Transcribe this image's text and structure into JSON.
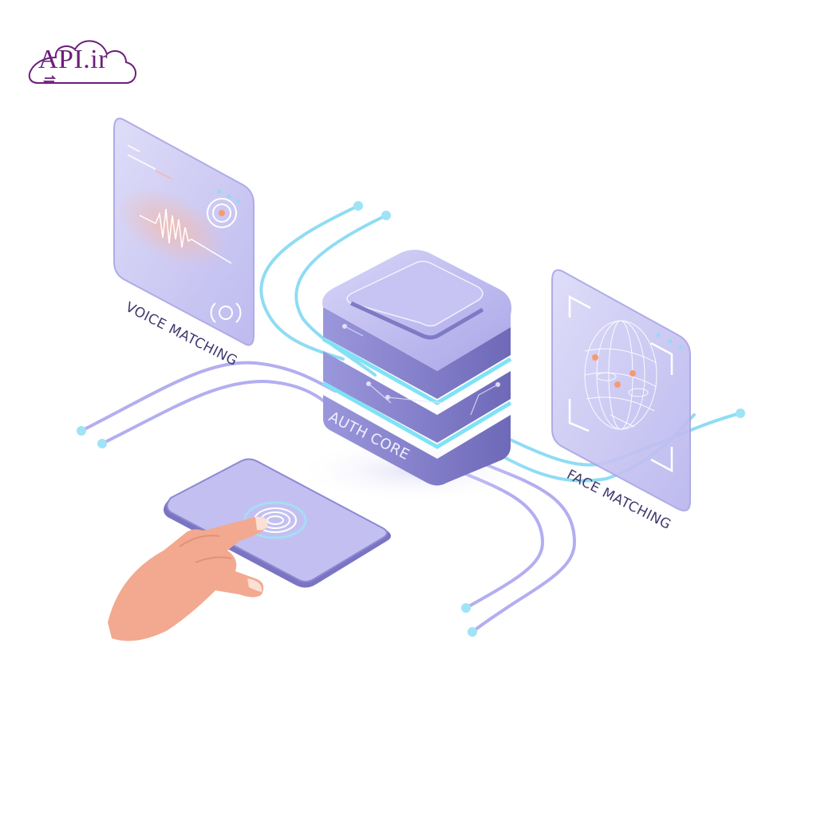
{
  "logo": {
    "text": "API.ir",
    "color": "#6b1f7a",
    "icon": "cloud-sync-icon"
  },
  "diagram": {
    "core": {
      "label": "AUTH CORE",
      "color": "#8a86d4",
      "accent": "#7fe3f5"
    },
    "nodes": [
      {
        "id": "voice",
        "label": "VOICE MATCHING",
        "icon": "sound-wave-icon"
      },
      {
        "id": "face",
        "label": "FACE MATCHING",
        "icon": "face-mesh-icon"
      },
      {
        "id": "fingerprint",
        "label": "",
        "icon": "fingerprint-icon"
      }
    ],
    "colors": {
      "panel": "#c9c6f3",
      "line_cyan": "#8fdcf3",
      "line_violet": "#b3aef0",
      "skin": "#f2a98f",
      "highlight": "#f59b72"
    }
  }
}
